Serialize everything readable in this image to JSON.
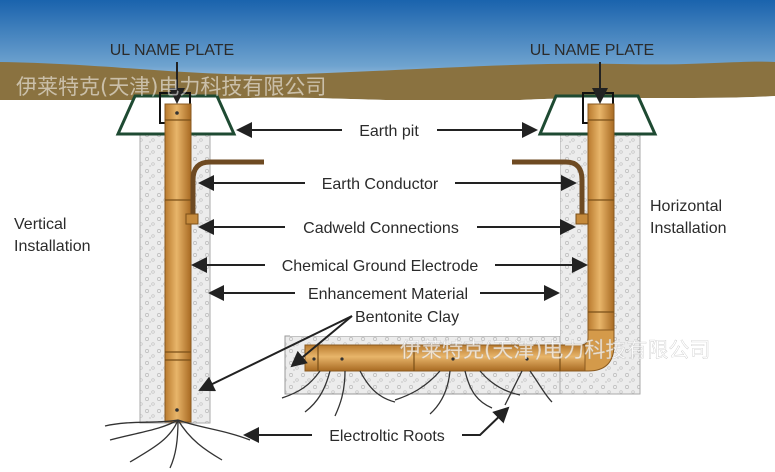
{
  "labels": {
    "name_plate_left": "UL NAME PLATE",
    "name_plate_right": "UL NAME PLATE",
    "earth_pit": "Earth pit",
    "earth_conductor": "Earth Conductor",
    "cadweld": "Cadweld Connections",
    "electrode": "Chemical Ground Electrode",
    "enhancement": "Enhancement Material",
    "bentonite": "Bentonite Clay",
    "roots": "Electroltic Roots",
    "vertical_1": "Vertical",
    "vertical_2": "Installation",
    "horizontal_1": "Horizontal",
    "horizontal_2": "Installation"
  },
  "watermark": {
    "top": "伊莱特克(天津)电力科技有限公司",
    "bottom": "伊莱特克(天津)电力科技有限公司"
  },
  "colors": {
    "sky": "#1f6db3",
    "soil": "#8a7240",
    "pipe": "#d49a4a",
    "pit_outline": "#1e4a32"
  }
}
